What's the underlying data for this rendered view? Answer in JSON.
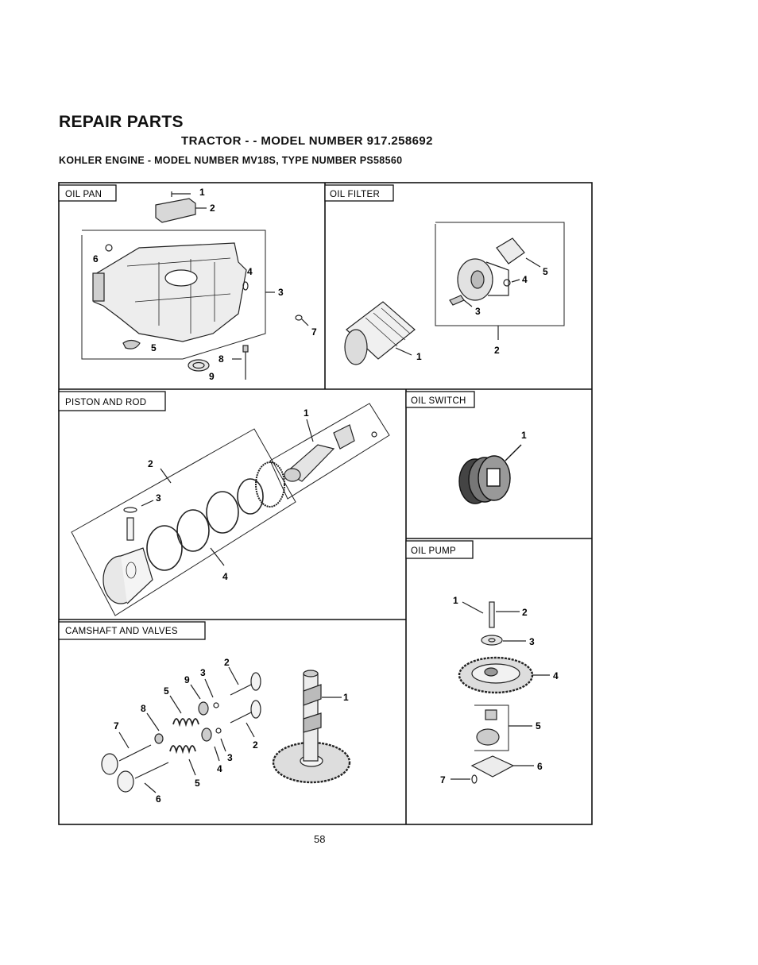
{
  "header": {
    "title": "REPAIR PARTS",
    "subtitle": "TRACTOR - - MODEL NUMBER 917.258692",
    "engine": "KOHLER ENGINE - MODEL NUMBER MV18S, TYPE NUMBER PS58560"
  },
  "sections": {
    "oil_pan": {
      "label": "OIL PAN",
      "callouts": [
        "1",
        "2",
        "3",
        "4",
        "5",
        "6",
        "7",
        "8",
        "9"
      ]
    },
    "oil_filter": {
      "label": "OIL FILTER",
      "callouts": [
        "1",
        "2",
        "3",
        "4",
        "5"
      ]
    },
    "piston_rod": {
      "label": "PISTON AND ROD",
      "callouts": [
        "1",
        "2",
        "3",
        "4"
      ]
    },
    "oil_switch": {
      "label": "OIL SWITCH",
      "callouts": [
        "1"
      ]
    },
    "oil_pump": {
      "label": "OIL PUMP",
      "callouts": [
        "1",
        "2",
        "3",
        "4",
        "5",
        "6",
        "7"
      ]
    },
    "camshaft": {
      "label": "CAMSHAFT AND VALVES",
      "callouts": [
        "1",
        "2",
        "3",
        "9",
        "5",
        "8",
        "7",
        "6",
        "4",
        "5",
        "3",
        "2"
      ]
    }
  },
  "page_number": "58"
}
